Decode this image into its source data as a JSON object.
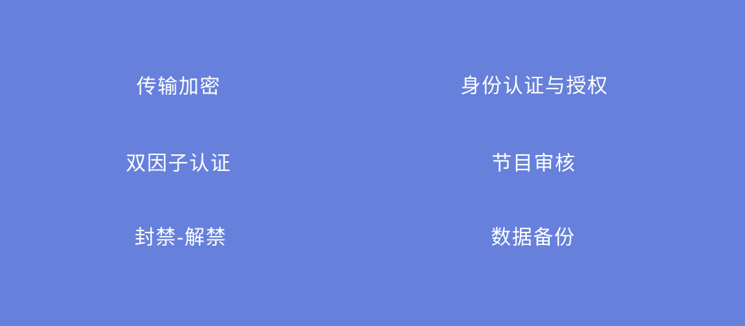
{
  "colors": {
    "background": "#6680DC",
    "text": "#FFFFFF"
  },
  "features": {
    "left_column": [
      {
        "label": "传输加密"
      },
      {
        "label": "双因子认证"
      },
      {
        "label": "封禁-解禁"
      }
    ],
    "right_column": [
      {
        "label": "身份认证与授权"
      },
      {
        "label": "节目审核"
      },
      {
        "label": "数据备份"
      }
    ]
  }
}
